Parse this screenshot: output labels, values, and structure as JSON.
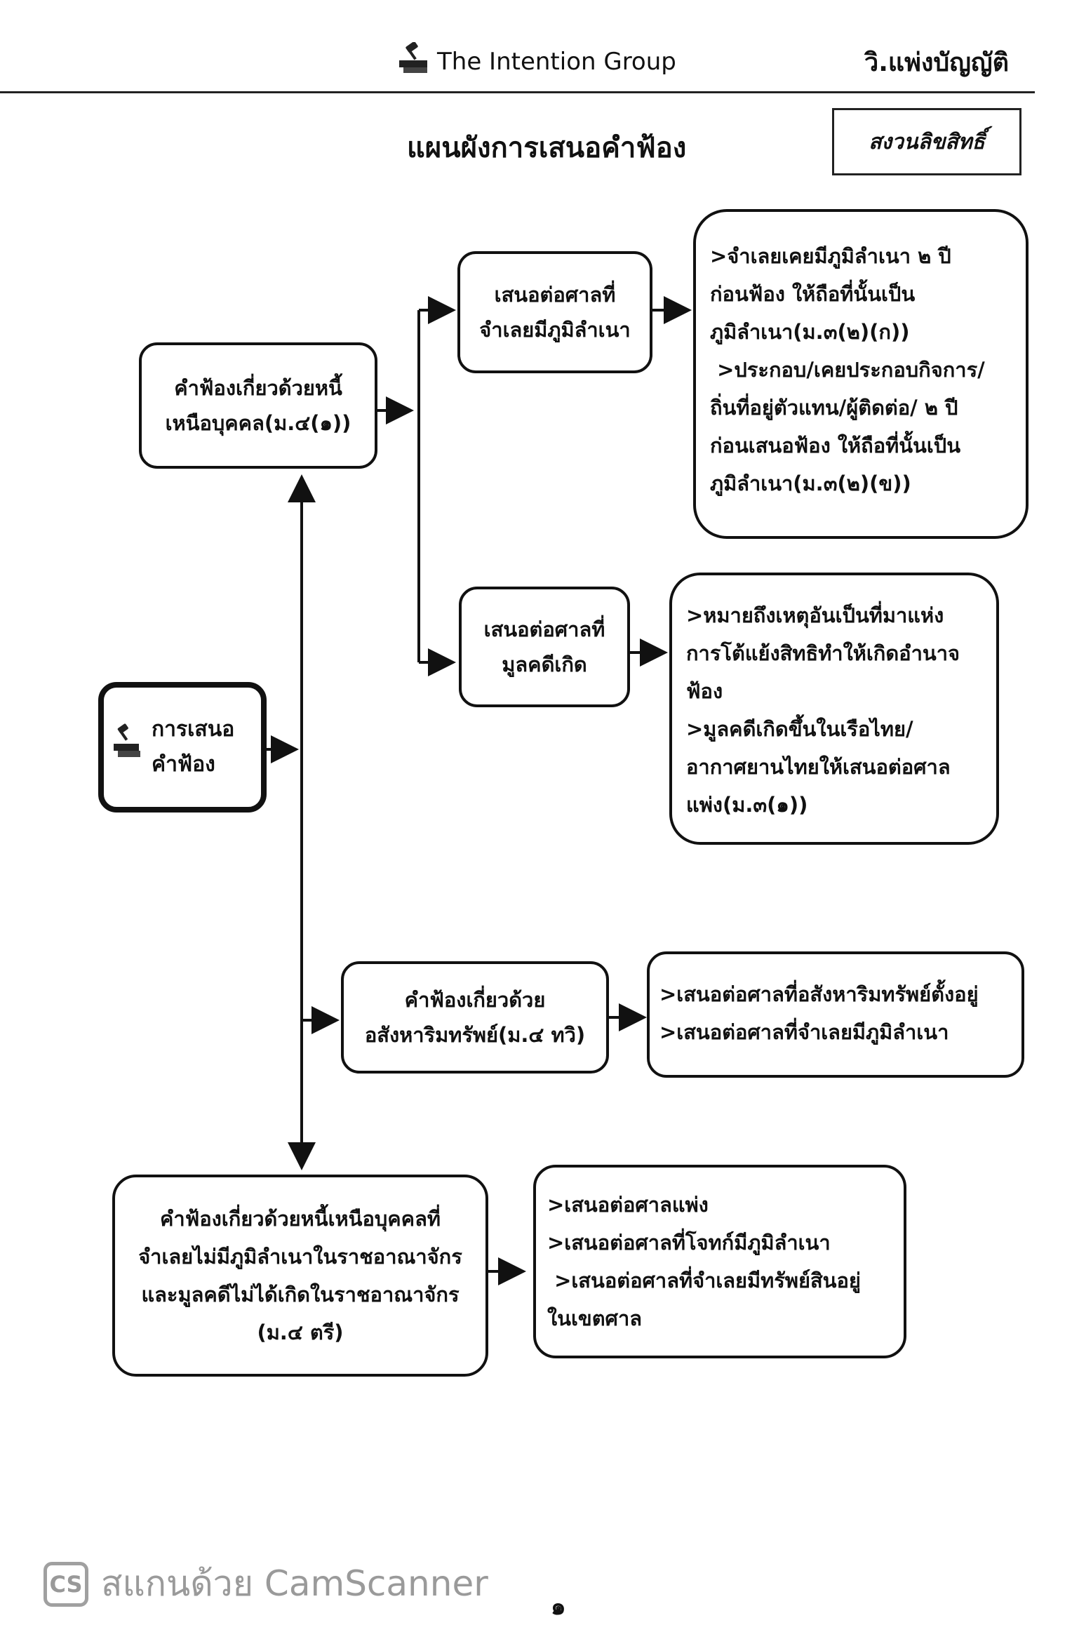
{
  "header": {
    "brand": "The Intention Group",
    "right": "วิ.แพ่งบัญญัติ"
  },
  "title": "แผนผังการเสนอคำฟ้อง",
  "copyright": "สงวนลิขสิทธิ์",
  "root": {
    "lines": [
      "การเสนอ",
      "คำฟ้อง"
    ],
    "icon": "gavel-icon"
  },
  "branch1": {
    "lines": [
      "คำฟ้องเกี่ยวด้วยหนี้",
      "เหนือบุคคล(ม.๔(๑))"
    ],
    "sub_domicile": {
      "lines": [
        "เสนอต่อศาลที่",
        "จำเลยมีภูมิลำเนา"
      ],
      "detail": [
        ">จำเลยเคยมีภูมิลำเนา ๒ ปี",
        "ก่อนฟ้อง ให้ถือที่นั้นเป็น",
        "ภูมิลำเนา(ม.๓(๒)(ก))",
        " >ประกอบ/เคยประกอบกิจการ/",
        "ถิ่นที่อยู่ตัวแทน/ผู้ติดต่อ/ ๒ ปี",
        "ก่อนเสนอฟ้อง ให้ถือที่นั้นเป็น",
        "ภูมิลำเนา(ม.๓(๒)(ข))"
      ]
    },
    "sub_cause": {
      "lines": [
        "เสนอต่อศาลที่",
        "มูลคดีเกิด"
      ],
      "detail": [
        ">หมายถึงเหตุอันเป็นที่มาแห่ง",
        "การโต้แย้งสิทธิทำให้เกิดอำนาจ",
        "ฟ้อง",
        ">มูลคดีเกิดขึ้นในเรือไทย/",
        "อากาศยานไทยให้เสนอต่อศาล",
        "แพ่ง(ม.๓(๑))"
      ]
    }
  },
  "branch2": {
    "lines": [
      "คำฟ้องเกี่ยวด้วย",
      "อสังหาริมทรัพย์(ม.๔ ทวิ)"
    ],
    "detail": [
      ">เสนอต่อศาลที่อสังหาริมทรัพย์ตั้งอยู่",
      ">เสนอต่อศาลที่จำเลยมีภูมิลำเนา"
    ]
  },
  "branch3": {
    "lines": [
      "คำฟ้องเกี่ยวด้วยหนี้เหนือบุคคลที่",
      "จำเลยไม่มีภูมิลำเนาในราชอาณาจักร",
      "และมูลคดีไม่ได้เกิดในราชอาณาจักร",
      "(ม.๔ ตรี)"
    ],
    "detail": [
      ">เสนอต่อศาลแพ่ง",
      ">เสนอต่อศาลที่โจทก์มีภูมิลำเนา",
      " >เสนอต่อศาลที่จำเลยมีทรัพย์สินอยู่",
      "ในเขตศาล"
    ]
  },
  "footer": {
    "watermark_logo": "CS",
    "watermark_text": "สแกนด้วย CamScanner",
    "page_number": "๑"
  }
}
